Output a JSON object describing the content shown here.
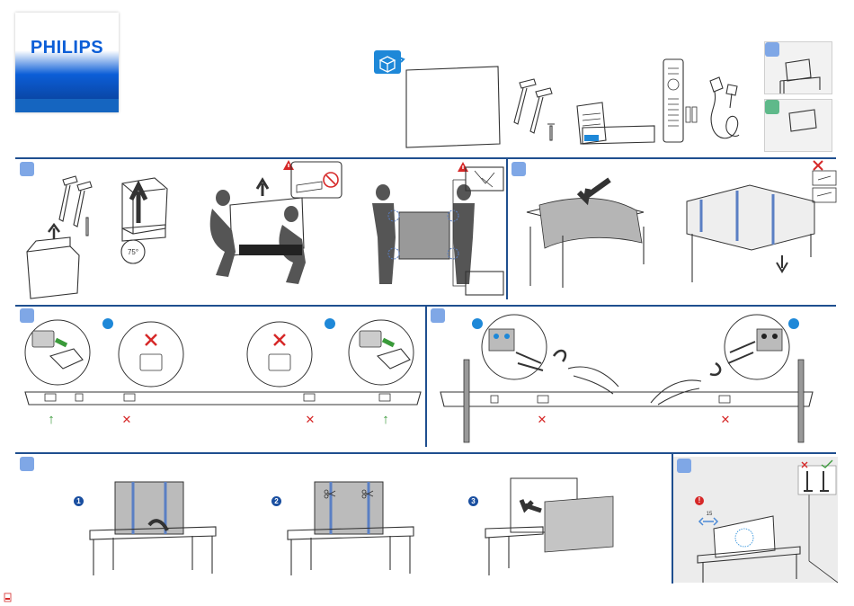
{
  "brand": {
    "name": "PHILIPS",
    "color": "#0b5ed7",
    "band_color": "#1565c0"
  },
  "steps": {
    "angle_label": "75°",
    "stand_sequence": [
      "1",
      "2",
      "3"
    ],
    "wall_distance_label": "15"
  },
  "marks": {
    "correct": "↑",
    "wrong": "✕",
    "warning": "!"
  },
  "colors": {
    "section_rule": "#1f4f8f",
    "badge_blue": "#7fa7e6",
    "badge_green": "#5fb98a",
    "mark_green": "#3a9a3a",
    "mark_red": "#d62828",
    "warning_red": "#d62828",
    "step_circle": "#1e88d8",
    "step_number": "#1a4fa0",
    "strap_blue": "#5a7fc4"
  },
  "icons": [
    "box-open-icon",
    "warning-icon",
    "no-cut-icon",
    "check-icon",
    "cross-icon",
    "scissors-icon",
    "screwdriver-icon",
    "pdf-icon"
  ]
}
